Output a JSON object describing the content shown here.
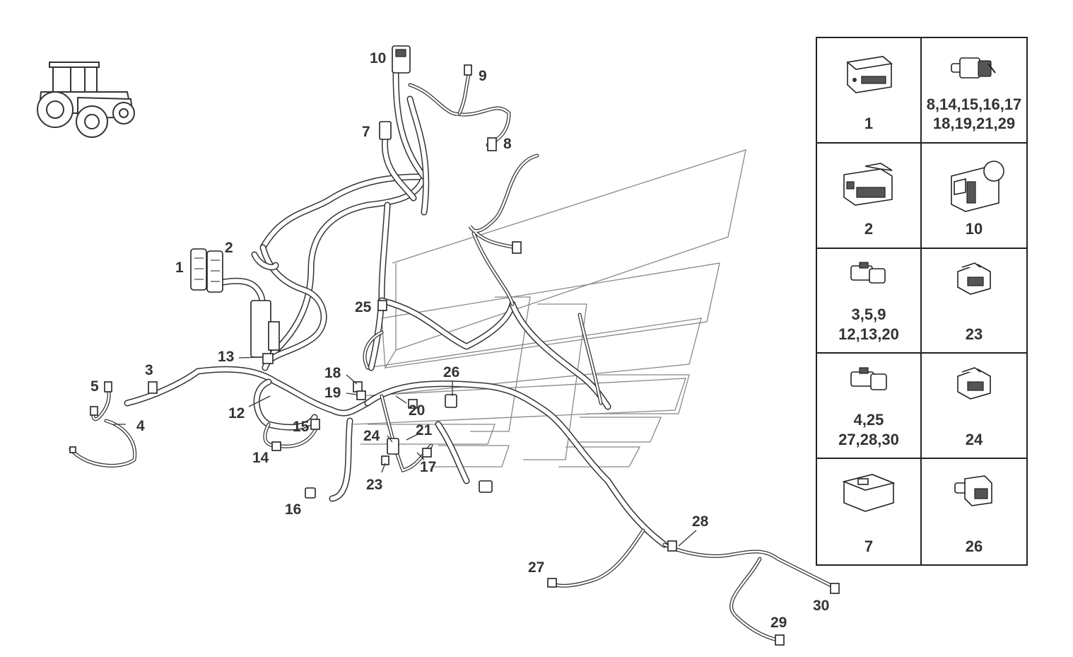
{
  "callouts": {
    "c1": "1",
    "c2": "2",
    "c3": "3",
    "c4": "4",
    "c5": "5",
    "c7": "7",
    "c8": "8",
    "c9": "9",
    "c10": "10",
    "c12": "12",
    "c13": "13",
    "c14": "14",
    "c15": "15",
    "c16": "16",
    "c17": "17",
    "c18": "18",
    "c19": "19",
    "c20": "20",
    "c21": "21",
    "c23": "23",
    "c24": "24",
    "c25": "25",
    "c26": "26",
    "c27": "27",
    "c28": "28",
    "c29": "29",
    "c30": "30"
  },
  "legend": {
    "cells": [
      {
        "lines": [
          "1"
        ],
        "icon": "ecu-connector-large-icon"
      },
      {
        "lines": [
          "8,14,15,16,17",
          "18,19,21,29"
        ],
        "icon": "round-connector-icon"
      },
      {
        "lines": [
          "2"
        ],
        "icon": "ecu-connector-icon"
      },
      {
        "lines": [
          "10"
        ],
        "icon": "module-connector-icon"
      },
      {
        "lines": [
          "3,5,9",
          "12,13,20"
        ],
        "icon": "two-pin-connector-icon"
      },
      {
        "lines": [
          "23"
        ],
        "icon": "sensor-connector-icon"
      },
      {
        "lines": [
          "4,25",
          "27,28,30"
        ],
        "icon": "three-pin-connector-icon"
      },
      {
        "lines": [
          "24"
        ],
        "icon": "sensor-connector-icon"
      },
      {
        "lines": [
          "7"
        ],
        "icon": "rectangular-plug-icon"
      },
      {
        "lines": [
          "26"
        ],
        "icon": "angled-connector-icon"
      }
    ]
  }
}
